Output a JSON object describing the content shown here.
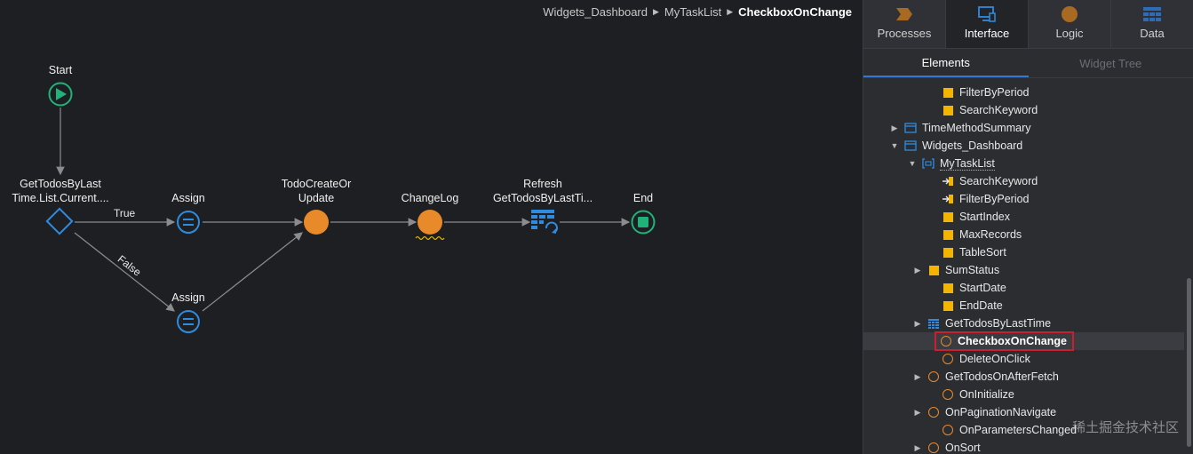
{
  "breadcrumb": {
    "items": [
      "Widgets_Dashboard",
      "MyTaskList",
      "CheckboxOnChange"
    ]
  },
  "flow": {
    "start_label": "Start",
    "if_label": "GetTodosByLast\nTime.List.Current....",
    "true_label": "True",
    "false_label": "False",
    "assign1_label": "Assign",
    "assign2_label": "Assign",
    "todo_label": "TodoCreateOr\nUpdate",
    "changelog_label": "ChangeLog",
    "refresh_label": "Refresh\nGetTodosByLastTi...",
    "end_label": "End"
  },
  "tabs": {
    "processes": "Processes",
    "interface": "Interface",
    "logic": "Logic",
    "data": "Data",
    "active": "Interface"
  },
  "subtabs": {
    "elements": "Elements",
    "widget_tree": "Widget Tree"
  },
  "tree": {
    "rows": [
      {
        "label": "FilterByPeriod",
        "icon": "local-variable-icon"
      },
      {
        "label": "SearchKeyword",
        "icon": "local-variable-icon"
      },
      {
        "label": "TimeMethodSummary",
        "icon": "screen-icon"
      },
      {
        "label": "Widgets_Dashboard",
        "icon": "screen-icon"
      },
      {
        "label": "MyTaskList",
        "icon": "block-icon"
      },
      {
        "label": "SearchKeyword",
        "icon": "input-parameter-icon"
      },
      {
        "label": "FilterByPeriod",
        "icon": "input-parameter-icon"
      },
      {
        "label": "StartIndex",
        "icon": "local-variable-icon"
      },
      {
        "label": "MaxRecords",
        "icon": "local-variable-icon"
      },
      {
        "label": "TableSort",
        "icon": "local-variable-icon"
      },
      {
        "label": "SumStatus",
        "icon": "local-variable-icon"
      },
      {
        "label": "StartDate",
        "icon": "local-variable-icon"
      },
      {
        "label": "EndDate",
        "icon": "local-variable-icon"
      },
      {
        "label": "GetTodosByLastTime",
        "icon": "aggregate-icon"
      },
      {
        "label": "CheckboxOnChange",
        "icon": "client-action-icon"
      },
      {
        "label": "DeleteOnClick",
        "icon": "client-action-icon"
      },
      {
        "label": "GetTodosOnAfterFetch",
        "icon": "client-action-icon"
      },
      {
        "label": "OnInitialize",
        "icon": "client-action-icon"
      },
      {
        "label": "OnPaginationNavigate",
        "icon": "client-action-icon"
      },
      {
        "label": "OnParametersChanged",
        "icon": "client-action-icon"
      },
      {
        "label": "OnSort",
        "icon": "client-action-icon"
      }
    ],
    "selected": "CheckboxOnChange"
  },
  "watermark": "稀土掘金技术社区",
  "colors": {
    "accent_blue": "#2f7ad6",
    "start_green": "#1fb37a",
    "orange": "#e88a2a",
    "selection_red": "#c8202f",
    "variable_yellow": "#f5b400"
  }
}
